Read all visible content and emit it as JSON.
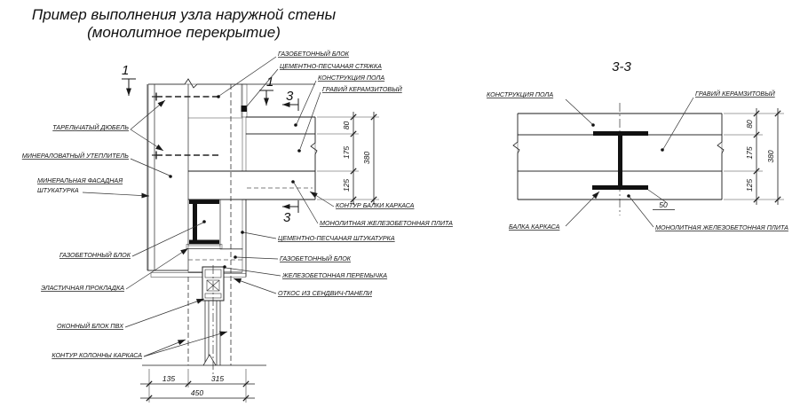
{
  "title": {
    "line1": "Пример выполнения узла наружной стены",
    "line2": "(монолитное перекрытие)"
  },
  "sections": {
    "mark1": "1",
    "mark3": "3",
    "view_3_3_title": "3-3"
  },
  "callouts": {
    "gazobeton_block": "ГАЗОБЕТОННЫЙ БЛОК",
    "cement_sand_screed": "ЦЕМЕНТНО-ПЕСЧАНАЯ СТЯЖКА",
    "floor_construction": "КОНСТРУКЦИЯ ПОЛА",
    "keramzit_gravel": "ГРАВИЙ КЕРАМЗИТОВЫЙ",
    "plate_dowel": "ТАРЕЛЬЧАТЫЙ ДЮБЕЛЬ",
    "mineral_wool": "МИНЕРАЛОВАТНЫЙ УТЕПЛИТЕЛЬ",
    "facade_plaster_line1": "МИНЕРАЛЬНАЯ ФАСАДНАЯ",
    "facade_plaster_line2": "ШТУКАТУРКА",
    "elastic_gasket": "ЭЛАСТИЧНАЯ ПРОКЛАДКА",
    "pvc_window": "ОКОННЫЙ БЛОК ПВХ",
    "column_contour": "КОНТУР КОЛОННЫ КАРКАСА",
    "beam_contour": "КОНТУР БАЛКИ КАРКАСА",
    "monolithic_slab": "МОНОЛИТНАЯ ЖЕЛЕЗОБЕТОННАЯ ПЛИТА",
    "cement_sand_plaster": "ЦЕМЕНТНО-ПЕСЧАНАЯ ШТУКАТУРКА",
    "rc_lintel": "ЖЕЛЕЗОБЕТОННАЯ ПЕРЕМЫЧКА",
    "sandwich_panel_slope": "ОТКОС ИЗ СЕНДВИЧ-ПАНЕЛИ",
    "frame_beam": "БАЛКА КАРКАСА"
  },
  "dimensions": {
    "layer_screed": "80",
    "layer_gravel": "175",
    "layer_slab": "125",
    "total_floor": "380",
    "wall_insulation": "135",
    "wall_block": "315",
    "wall_total": "450",
    "beam_offset": "50"
  },
  "colors": {
    "line": "#1a1a1a",
    "gray_fill": "#9e9e9e",
    "hatch": "#555555"
  }
}
